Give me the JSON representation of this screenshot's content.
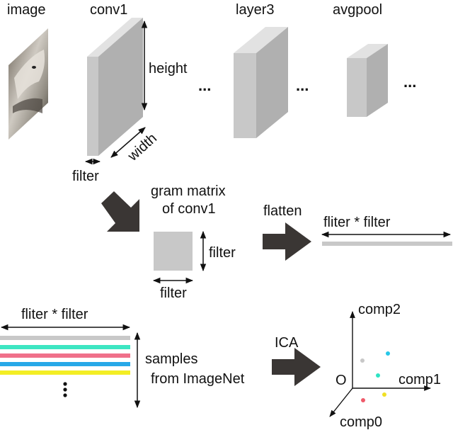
{
  "labels": {
    "image": "image",
    "conv1": "conv1",
    "layer3": "layer3",
    "avgpool": "avgpool",
    "height": "height",
    "width": "width",
    "filter": "filter",
    "ellipsis": "...",
    "gram_line1": "gram matrix",
    "gram_line2": "of conv1",
    "flatten": "flatten",
    "fliter_filter": "fliter * filter",
    "samples_line1": "samples",
    "samples_line2": "from ImageNet",
    "ica": "ICA",
    "comp0": "comp0",
    "comp1": "comp1",
    "comp2": "comp2",
    "origin": "O"
  },
  "icons": {
    "arrow": "thick-arrow-icon",
    "photo": "dog-photo"
  },
  "colors": {
    "block_front": "#c8c8c8",
    "block_side": "#b0b0b0",
    "block_top": "#e2e2e2",
    "dark_arrow": "#3a3634",
    "line_gray": "#c8c8c8",
    "stripe_teal": "#3de6c2",
    "stripe_red": "#f0708a",
    "stripe_blue": "#27a8e8",
    "stripe_yellow": "#f3ee24",
    "point_gray": "#c8c8c8",
    "point_cyan": "#27c7e8",
    "point_teal": "#2ee3c4",
    "point_yellow": "#f0e024",
    "point_red": "#ef5a6a"
  }
}
